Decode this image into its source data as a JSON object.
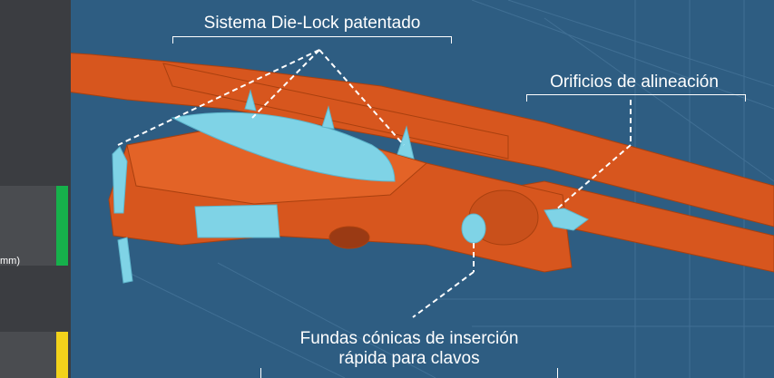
{
  "callouts": {
    "die_lock": "Sistema Die-Lock patentado",
    "alignment_holes": "Orificios de alineación",
    "sleeves_line1": "Fundas cónicas de inserción",
    "sleeves_line2": "rápida para clavos"
  },
  "left_panel": {
    "card1_unit_text": "mm)"
  },
  "colors": {
    "background": "#2e5d82",
    "part_orange": "#d7561e",
    "feature_cyan": "#7fd3e6",
    "card_green": "#16b14b",
    "card_yellow": "#f2d21b"
  }
}
